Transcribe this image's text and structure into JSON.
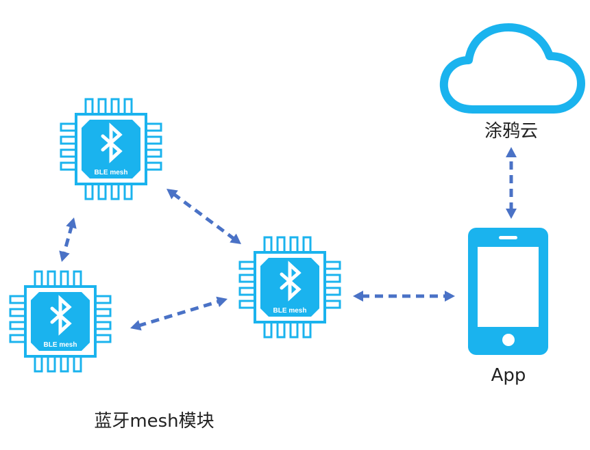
{
  "colors": {
    "chip": "#1ab3ee",
    "arrow": "#4a72c6",
    "text": "#222222",
    "background": "#ffffff"
  },
  "chips": [
    {
      "id": "chip-top-left",
      "label": "BLE mesh",
      "icon": "bluetooth-icon"
    },
    {
      "id": "chip-bottom-left",
      "label": "BLE mesh",
      "icon": "bluetooth-icon"
    },
    {
      "id": "chip-center",
      "label": "BLE mesh",
      "icon": "bluetooth-icon"
    }
  ],
  "cloud": {
    "label": "涂鸦云",
    "icon": "cloud-icon"
  },
  "phone": {
    "label": "App",
    "icon": "smartphone-icon"
  },
  "caption": "蓝牙mesh模块",
  "links": [
    {
      "from": "chip-top-left",
      "to": "chip-bottom-left",
      "style": "dashed-bidirectional"
    },
    {
      "from": "chip-top-left",
      "to": "chip-center",
      "style": "dashed-bidirectional"
    },
    {
      "from": "chip-bottom-left",
      "to": "chip-center",
      "style": "dashed-bidirectional"
    },
    {
      "from": "chip-center",
      "to": "phone",
      "style": "dashed-bidirectional"
    },
    {
      "from": "phone",
      "to": "cloud",
      "style": "dashed-bidirectional"
    }
  ]
}
